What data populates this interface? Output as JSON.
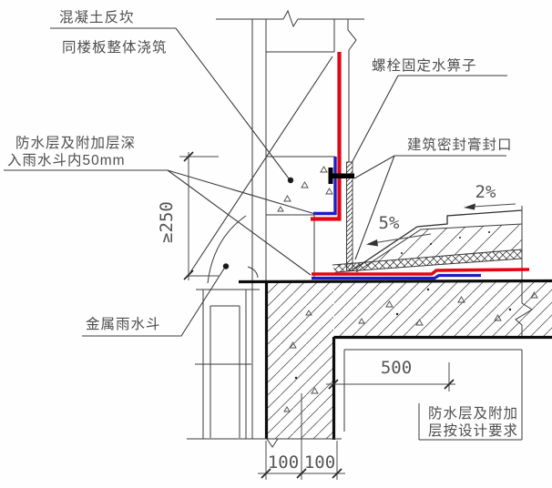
{
  "drawing": {
    "labels": {
      "concrete_upstand": {
        "line1": "混凝土反坎",
        "line2": "同楼板整体浇筑"
      },
      "bolt_grate": "螺栓固定水箅子",
      "sealant": "建筑密封膏封口",
      "wp_into_hopper": {
        "line1": "防水层及附加层深",
        "line2": "入雨水斗内50mm"
      },
      "metal_rain_hopper": "金属雨水斗",
      "wp_per_design": {
        "line1": "防水层及附加",
        "line2": "层按设计要求"
      }
    },
    "dimensions": {
      "membrane_height": "≥250",
      "membrane_extension": "500",
      "wall_thickness_left": "100",
      "wall_thickness_right": "100",
      "roof_slope": "2%",
      "drain_slope": "5%"
    },
    "colors": {
      "waterproof_membrane_red": "#e40613",
      "additional_layer_blue": "#1f1cc4",
      "linework": "#2f2f2f"
    }
  }
}
